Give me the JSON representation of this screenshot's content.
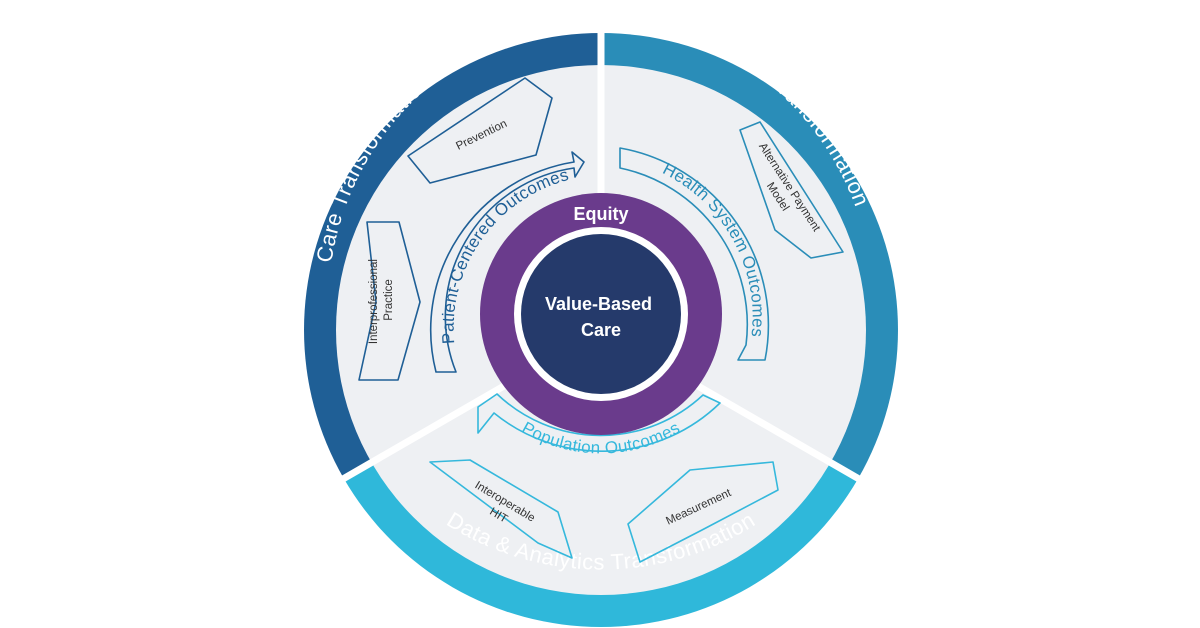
{
  "colors": {
    "background": "#ffffff",
    "sector_fill": "#eef0f3",
    "divider": "#ffffff",
    "care_band": "#1f5f96",
    "payment_band": "#2a8db8",
    "data_band": "#2fb8da",
    "equity_ring": "#6a3b8c",
    "core": "#253a6b",
    "care_outline": "#1f5f96",
    "payment_outline": "#2a8db8",
    "data_outline": "#35b8dc",
    "small_text": "#333333"
  },
  "bands": {
    "care": "Care Transformation",
    "payment": "Payment Transformation",
    "data": "Data & Analytics Transformation"
  },
  "outcomes": {
    "patient": "Patient-Centered Outcomes",
    "health_system": "Health System Outcomes",
    "population": "Population Outcomes"
  },
  "components": {
    "prevention": "Prevention",
    "interprofessional": [
      "Interprofessional",
      "Practice"
    ],
    "alternative_payment": [
      "Alternative Payment",
      "Model"
    ],
    "interoperable": [
      "Interoperable",
      "HIT"
    ],
    "measurement": "Measurement"
  },
  "center": {
    "ring_label": "Equity",
    "core_label": [
      "Value-Based",
      "Care"
    ]
  }
}
